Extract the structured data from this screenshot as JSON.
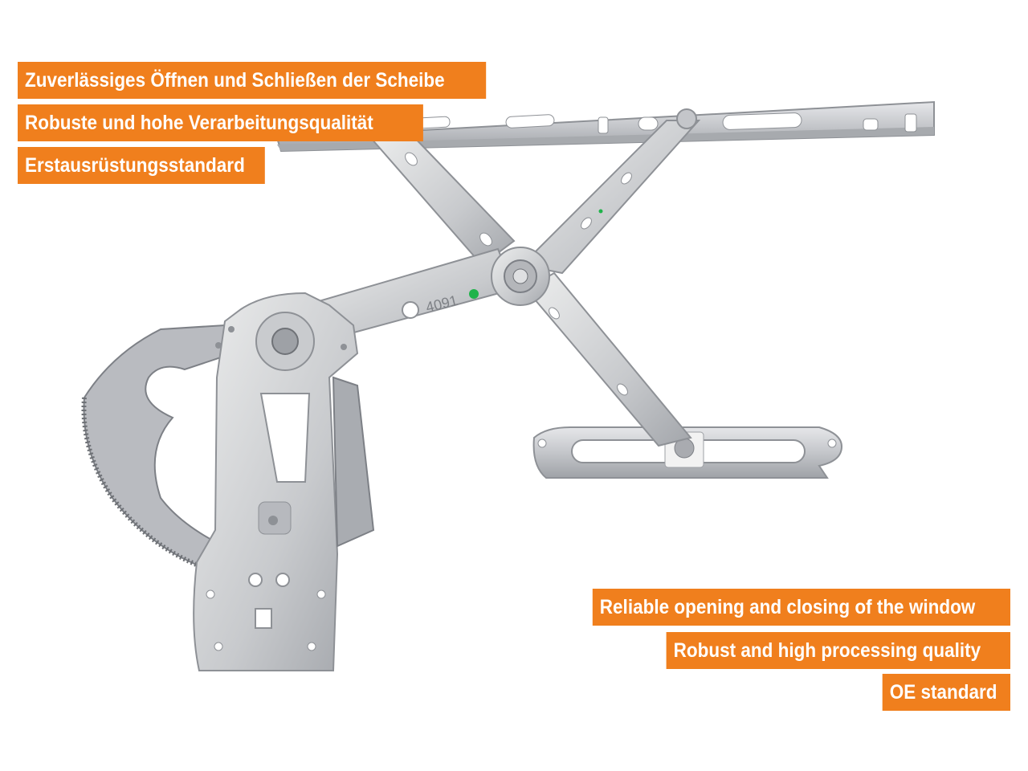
{
  "colors": {
    "label_bg": "#f07f1d",
    "label_text": "#ffffff",
    "metal_light": "#dcdde0",
    "metal_mid": "#bfc1c5",
    "metal_dark": "#8e9196",
    "marker_dot": "#1fb34a"
  },
  "labels_de": [
    "Zuverlässiges Öffnen und Schließen der Scheibe",
    "Robuste und hohe Verarbeitungsqualität",
    "Erstausrüstungsstandard"
  ],
  "labels_en": [
    "Reliable opening and closing of the window",
    "Robust and high processing quality",
    "OE standard"
  ],
  "part_marking": "4091"
}
